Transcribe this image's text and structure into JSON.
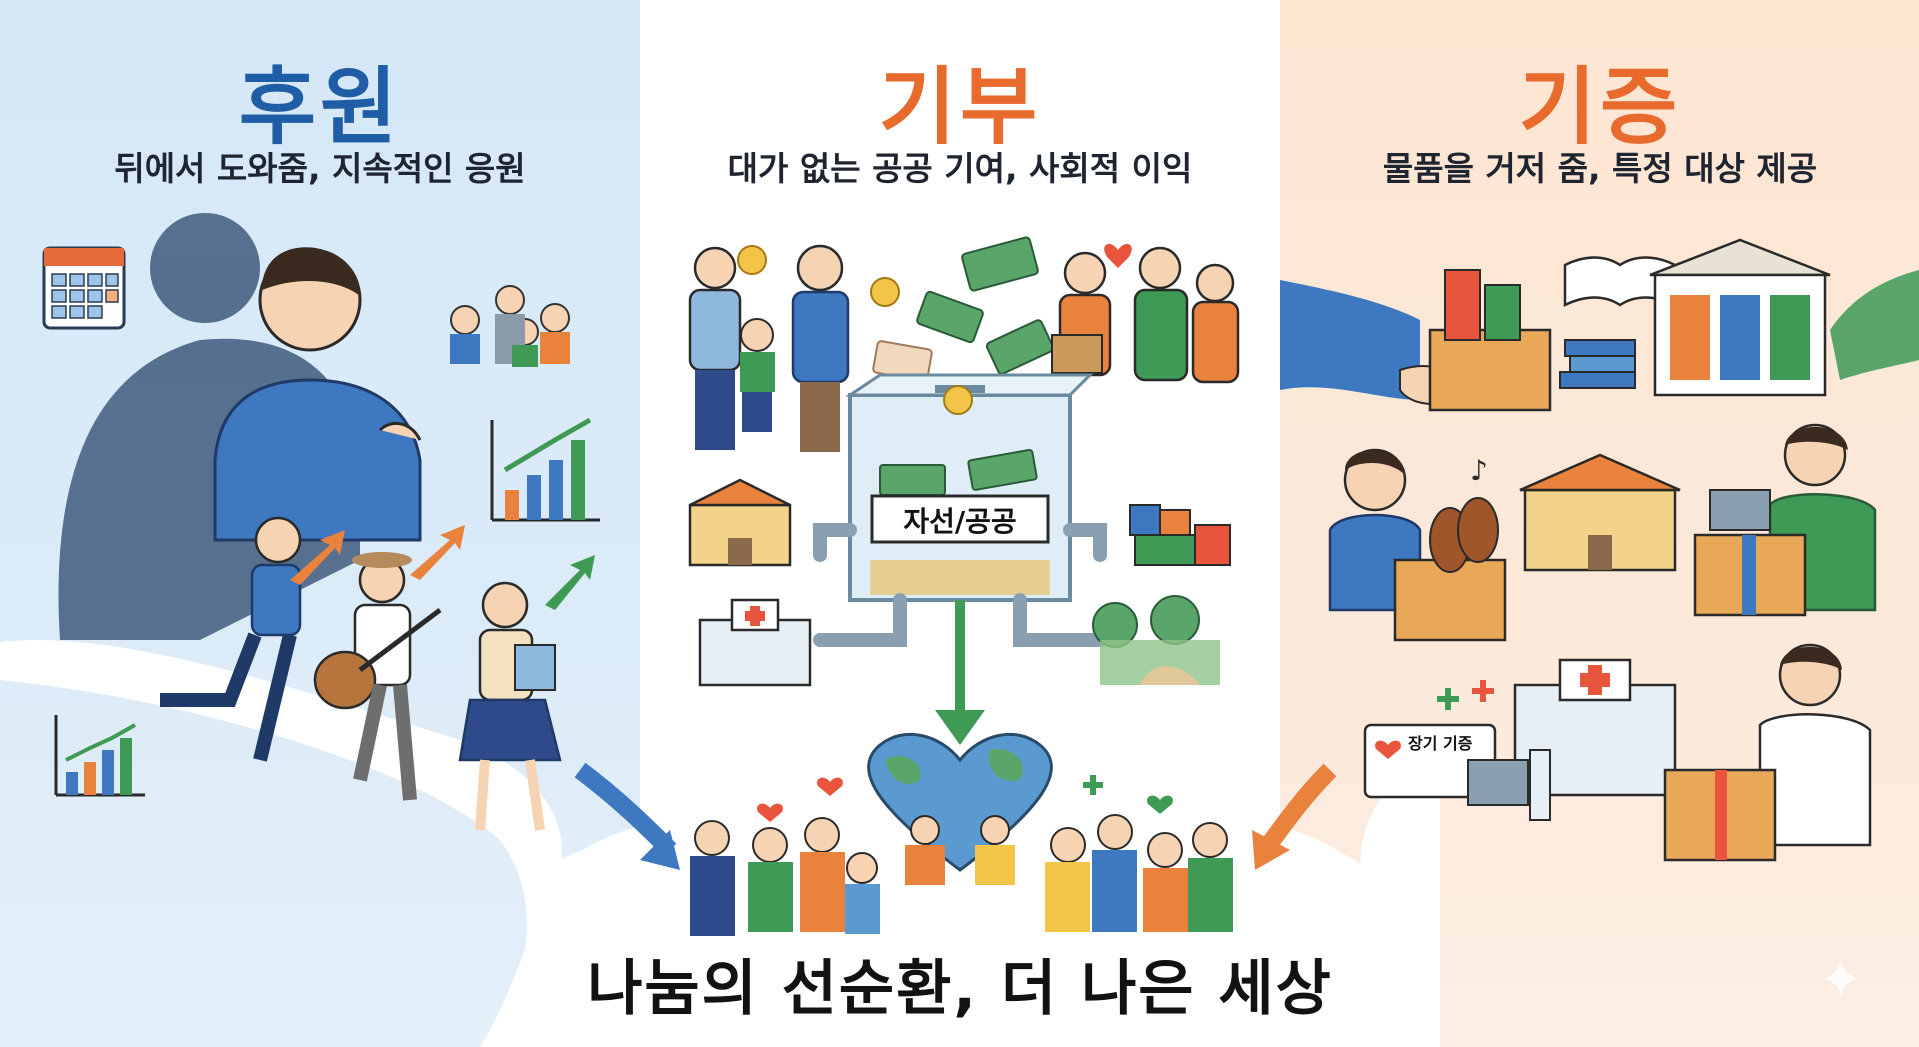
{
  "sections": [
    {
      "title": "후원",
      "subtitle": "뒤에서 도와줌, 지속적인 응원",
      "color": "#1f5ea6"
    },
    {
      "title": "기부",
      "subtitle": "대가 없는 공공 기여, 사회적 이익",
      "color": "#e86a2c"
    },
    {
      "title": "기증",
      "subtitle": "물품을 거저 줌, 특정 대상 제공",
      "color": "#e86a2c"
    }
  ],
  "donation_box_label": "자선/공공",
  "organ_donation_label": "장기 기증",
  "footer": "나눔의 선순환, 더 나은 세상"
}
